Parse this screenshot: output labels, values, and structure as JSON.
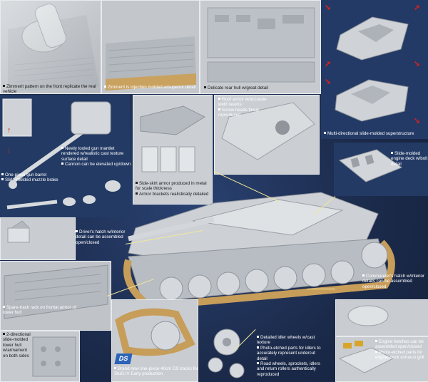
{
  "captions": {
    "zimmerit_front": "Zimmerit pattern on the front replicate the real vehicle",
    "zimmerit_injection": "Zimmerit is injection molded w/superior detail",
    "rear_hull": "Delicate rear hull w/great detail",
    "superstructure": "Multi-directional slide-molded superstructure",
    "mantlet_1": "Newly tooled gun mantlet rendered w/realistic cast texture surface detail",
    "mantlet_2": "Cannon can be elevated up/down",
    "gun_barrel": "One-piece gun barrel",
    "muzzle_brake": "Slide-molded muzzle brake",
    "side_skirt_1": "Side-skirt armor produced in metal for scale thickness",
    "side_skirt_2": "Armor brackets realistically detailed",
    "roof_armor_1": "Roof armor w/accurate weld seams",
    "roof_armor_2": "Screw heads finely reproduced",
    "engine_deck": "Slide-molded engine deck w/bolt detail",
    "driver_hatch": "Driver's hatch w/interior detail can be assembled open/closed",
    "spare_track": "Spare-track rack on frontal armor of lower hull",
    "lower_hull": "2-directional slide-molded lower hull w/armament on both sides",
    "ds_tracks": "Brand new one-piece 40cm DS tracks for StuG.IV Early production",
    "idler_1": "Detailed idler wheels w/cast texture",
    "idler_2": "Photo-etched parts for idlers to accurately represent undercut detail",
    "idler_3": "Road wheels, sprockets, idlers and return rollers authentically reproduced",
    "commander_hatch": "Commander's hatch w/interior details can be assembled open/closed",
    "engine_hatch_1": "Engine hatches can be assembled open/closed",
    "engine_hatch_2": "Photo-etched parts for engine-deck exhaust grill"
  },
  "ds_badge": "DS",
  "icons": [
    "red-arrow-icon"
  ]
}
